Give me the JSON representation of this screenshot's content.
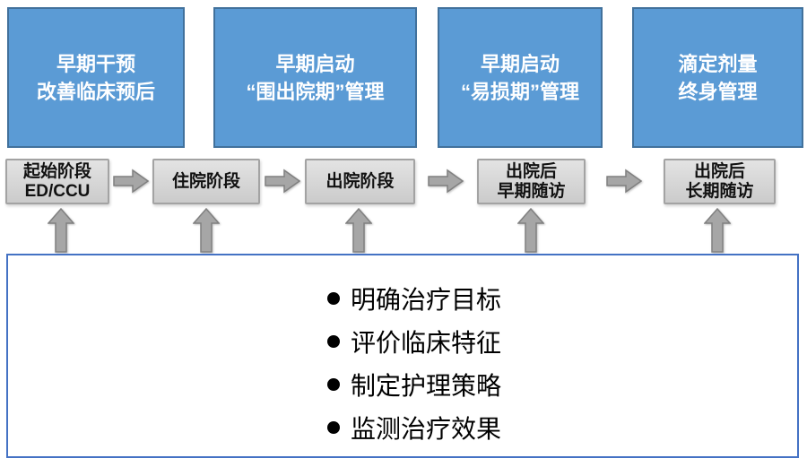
{
  "colors": {
    "blue_fill": "#5B9BD5",
    "blue_border": "#41719C",
    "gray_fill": "#D6D6D6",
    "gray_border": "#A3A3A3",
    "arrow_fill": "#A6A6A6",
    "arrow_border": "#808080",
    "panel_border": "#4472C4",
    "bullet_color": "#000000"
  },
  "top_boxes": [
    {
      "lines": [
        "早期干预",
        "改善临床预后"
      ]
    },
    {
      "lines": [
        "早期启动",
        "“围出院期”管理"
      ]
    },
    {
      "lines": [
        "早期启动",
        "“易损期”管理"
      ]
    },
    {
      "lines": [
        "滴定剂量",
        "终身管理"
      ]
    }
  ],
  "stage_boxes": [
    {
      "lines": [
        "起始阶段",
        "ED/CCU"
      ]
    },
    {
      "lines": [
        "住院阶段"
      ]
    },
    {
      "lines": [
        "出院阶段"
      ]
    },
    {
      "lines": [
        "出院后",
        "早期随访"
      ]
    },
    {
      "lines": [
        "出院后",
        "长期随访"
      ]
    }
  ],
  "panel": {
    "bullets": [
      "明确治疗目标",
      "评价临床特征",
      "制定护理策略",
      "监测治疗效果"
    ]
  }
}
